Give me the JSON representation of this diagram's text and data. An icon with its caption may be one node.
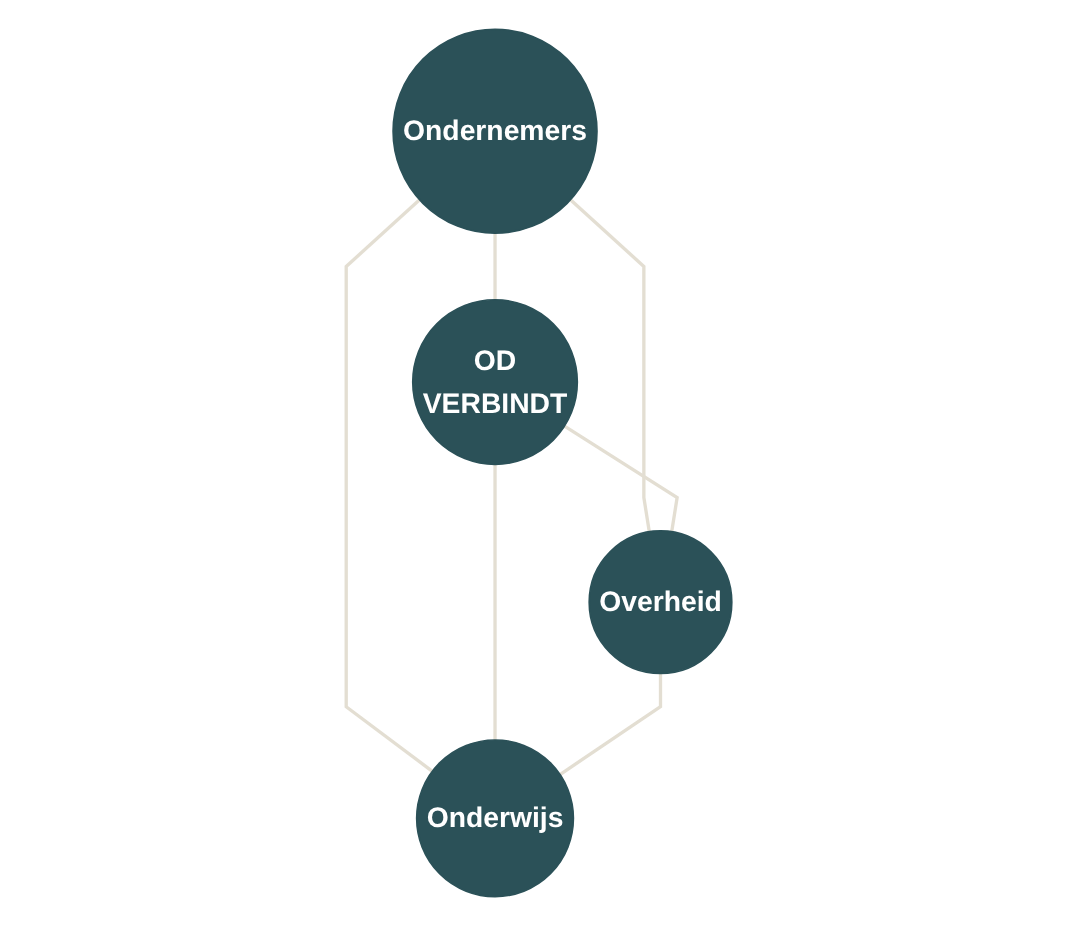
{
  "diagram": {
    "nodes": [
      {
        "text": [
          "Ondernemers"
        ]
      },
      {
        "text": [
          "OD",
          "VERBINDT"
        ]
      },
      {
        "text": [
          "Overheid"
        ]
      },
      {
        "text": [
          "Onderwijs"
        ]
      }
    ],
    "edges": [
      {
        "from": 0,
        "to": 1,
        "arrow": "none"
      },
      {
        "from": 0,
        "to": 2,
        "arrow": "none"
      },
      {
        "from": 0,
        "to": 3,
        "arrow": "none"
      },
      {
        "from": 1,
        "to": 2,
        "arrow": "none"
      },
      {
        "from": 1,
        "to": 3,
        "arrow": "none"
      },
      {
        "from": 2,
        "to": 3,
        "arrow": "none"
      }
    ]
  }
}
